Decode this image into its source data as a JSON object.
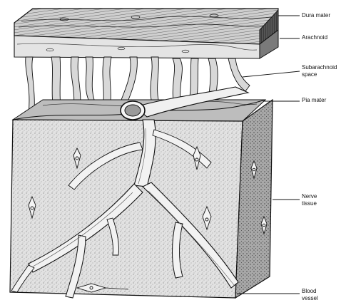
{
  "labels": {
    "dura_mater": "Dura mater",
    "arachnoid": "Arachnoid",
    "subarachnoid_space": "Subarachnoid\nspace",
    "pia_mater": "Pia mater",
    "nerve_tissue": "Nerve\ntissue",
    "blood_vessel": "Blood\nvessel"
  },
  "colors": {
    "ink": "#111111",
    "dura_top": "#cfcfcf",
    "dura_side": "#6a6a6a",
    "arachnoid": "#e4e4e4",
    "tissue_front": "#dedede",
    "tissue_side": "#9a9a9a",
    "tissue_top": "#c4c4c4",
    "vessel": "#f2f2f2"
  }
}
